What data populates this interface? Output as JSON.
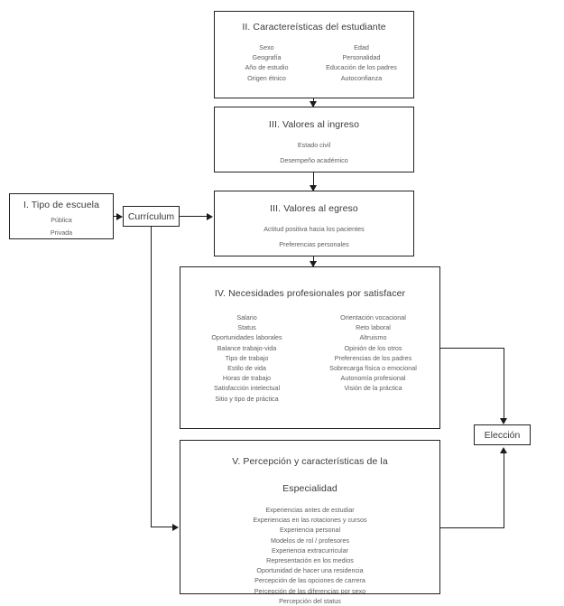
{
  "diagram": {
    "boxes": {
      "escuela": {
        "title": "I. Tipo de escuela",
        "items": [
          "Pública",
          "Privada"
        ]
      },
      "curriculum": {
        "label": "Currículum"
      },
      "estudiante": {
        "title": "II. Caractereísticas del estudiante",
        "column_left": [
          "Sexo",
          "Geografía",
          "Año de estudio",
          "Origen étnico"
        ],
        "column_right": [
          "Edad",
          "Personalidad",
          "Educación de los padres",
          "Autoconfianza"
        ]
      },
      "ingreso": {
        "title": "III. Valores al ingreso",
        "items": [
          "Estado civil",
          "Desempeño académico"
        ]
      },
      "egreso": {
        "title": "III. Valores al egreso",
        "items": [
          "Actitud positiva hacia los pacientes",
          "Preferencias personales"
        ]
      },
      "necesidades": {
        "title": "IV. Necesidades profesionales por satisfacer",
        "column_left": [
          "Salario",
          "Status",
          "Oportunidades laborales",
          "Balance trabajo-vida",
          "Tipo de trabajo",
          "Estilo de vida",
          "Horas de trabajo",
          "Satisfacción intelectual",
          "Sitio y tipo de práctica"
        ],
        "column_right": [
          "Orientación vocacional",
          "Reto laboral",
          "Altruismo",
          "Opinión de los otros",
          "Preferencias de los padres",
          "Sobrecarga física o emocional",
          "Autonomía profesional",
          "Visión de la práctica"
        ]
      },
      "percepcion": {
        "title_line1": "V. Percepción y características de la",
        "title_line2": "Especialidad",
        "items": [
          "Experiencias antes de estudiar",
          "Experiencias en las rotaciones y cursos",
          "Experiencia personal",
          "Modelos de rol / profesores",
          "Experiencia extracurricular",
          "Representación en los medios",
          "Oportunidad de hacer una residencia",
          "Percepción de las opciones de carrera",
          "Percepción de las diferencias por sexo",
          "Percepción del status"
        ]
      },
      "eleccion": {
        "label": "Elección"
      }
    },
    "colors": {
      "stroke": "#222222",
      "title_text": "#3a3a3a",
      "body_text": "#5d5d5d",
      "background": "#ffffff"
    }
  }
}
